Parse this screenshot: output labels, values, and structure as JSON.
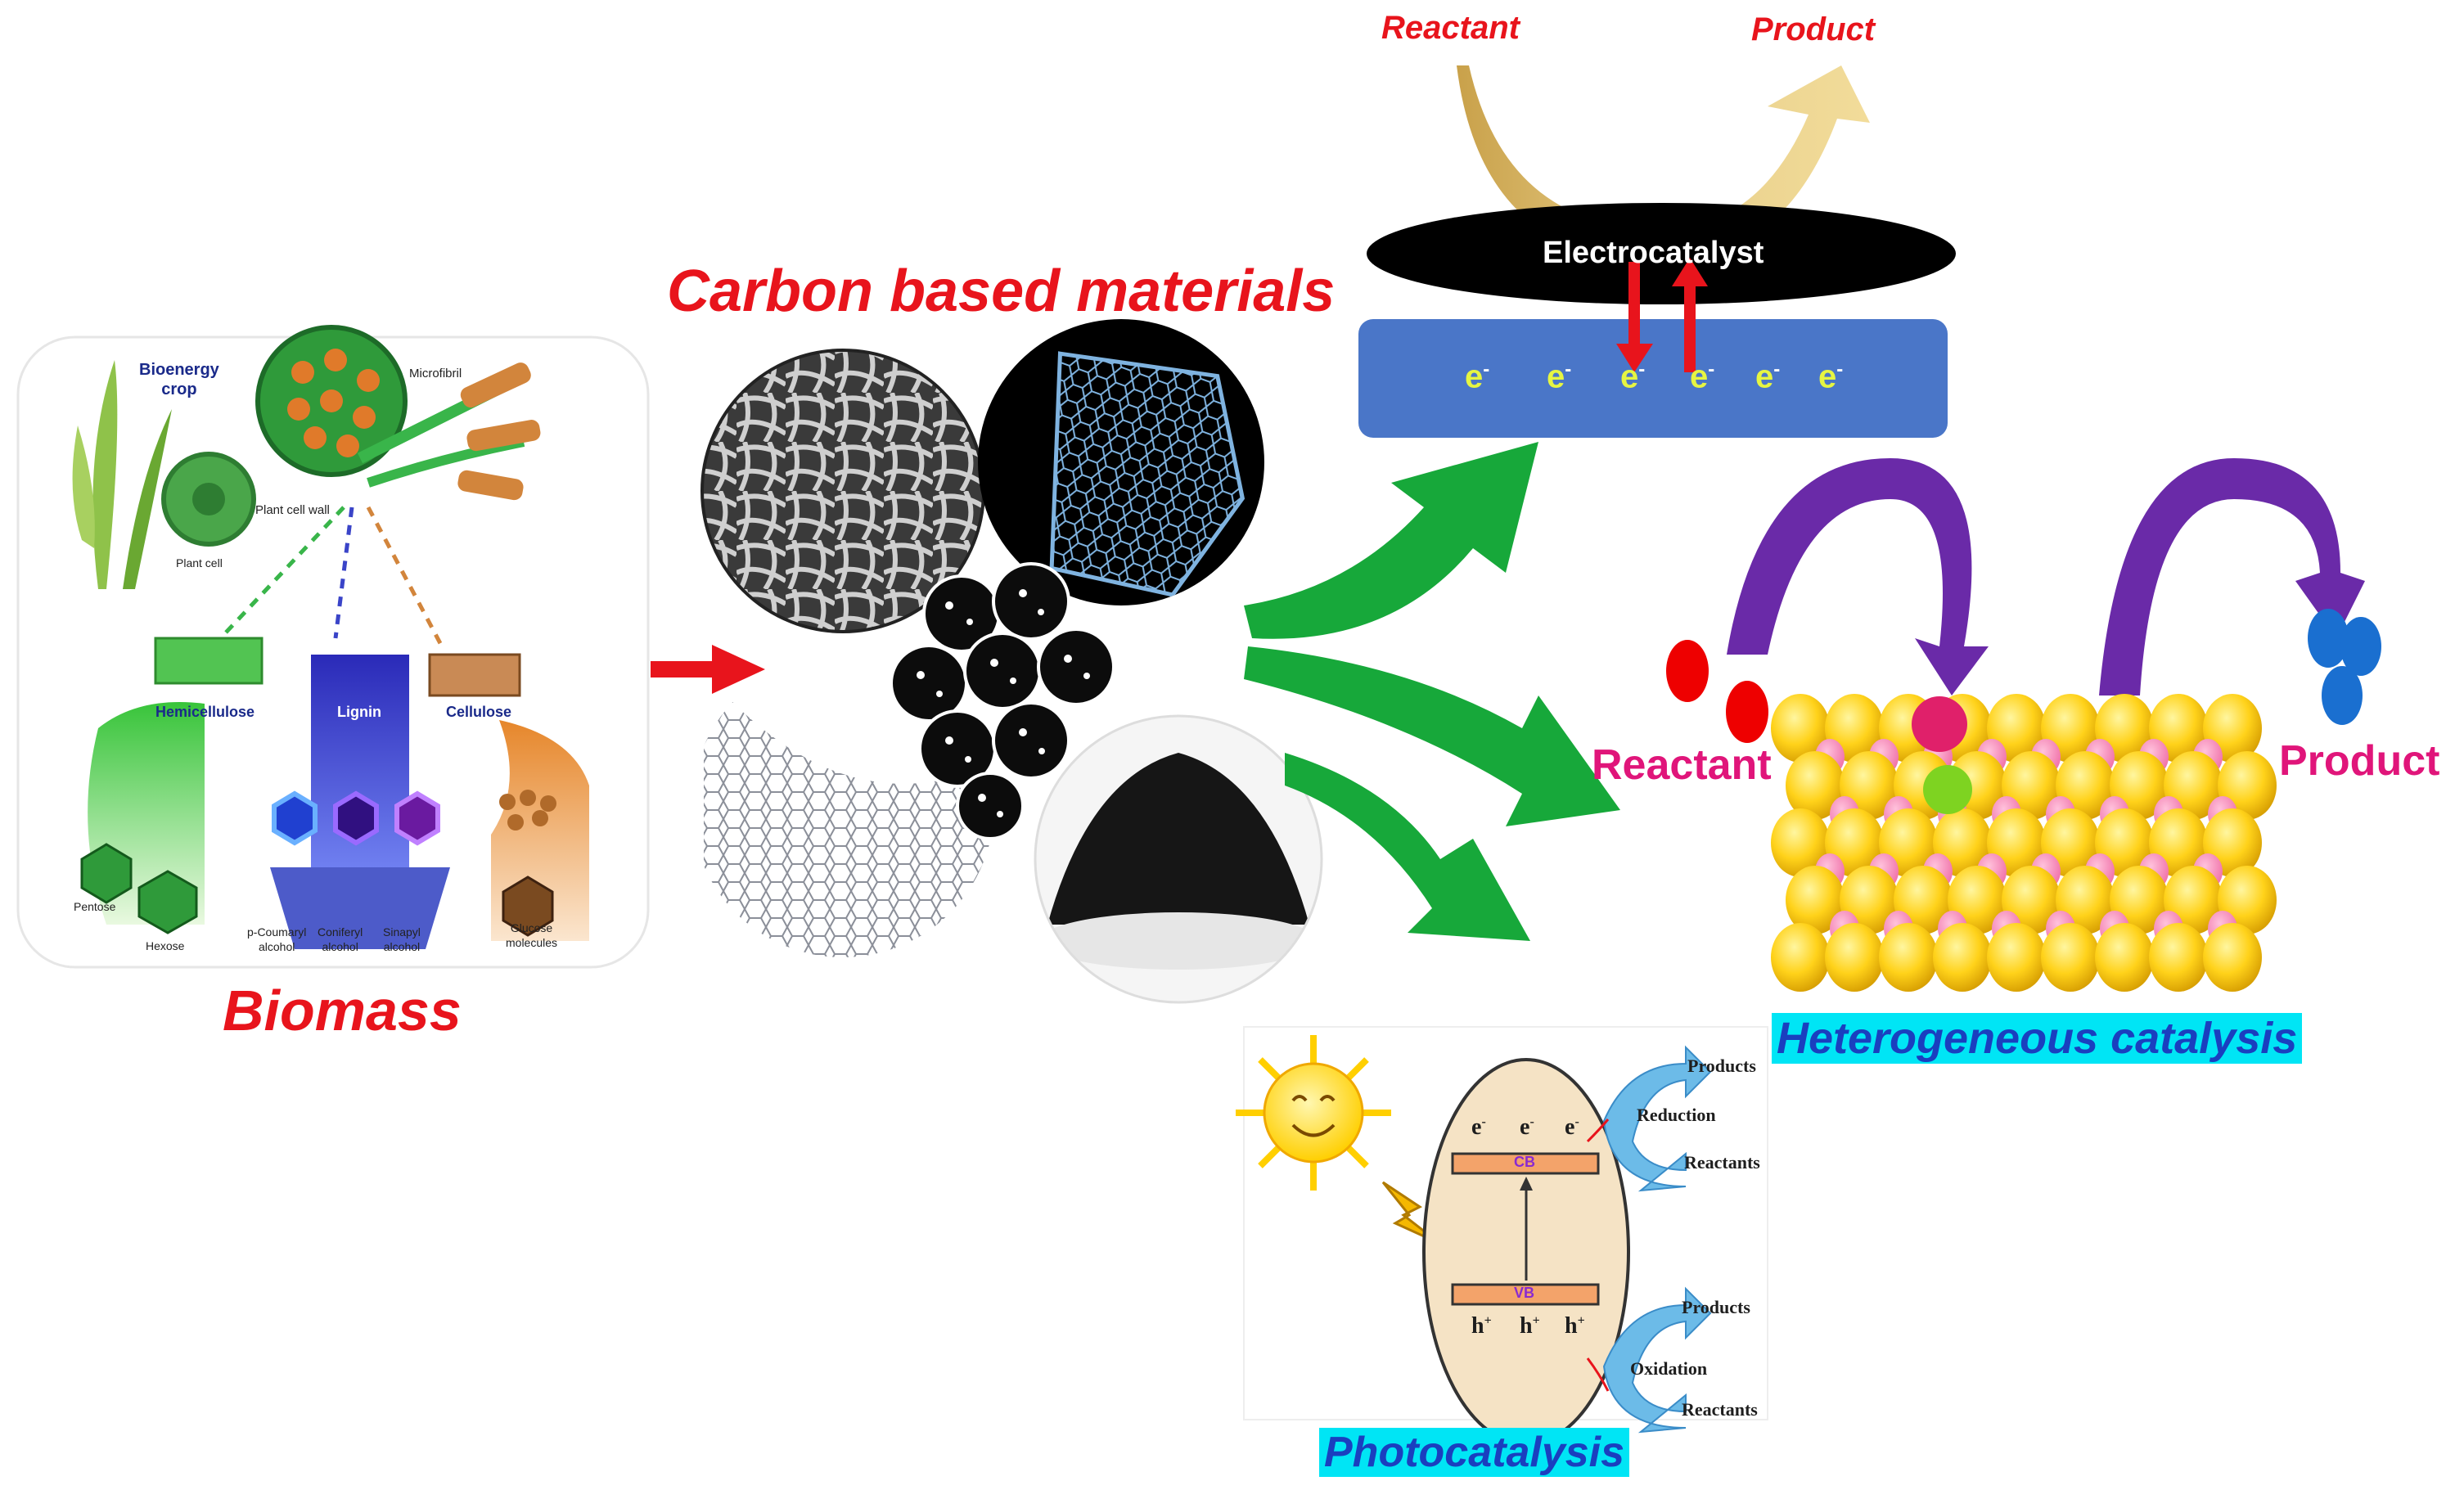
{
  "titles": {
    "biomass": "Biomass",
    "carbon": "Carbon based materials",
    "heterogeneous": "Heterogeneous catalysis",
    "photocatalysis": "Photocatalysis"
  },
  "biomass_panel": {
    "bioenergy_crop": [
      "Bioenergy",
      "crop"
    ],
    "microfibril": "Microfibril",
    "plant_cell_wall": "Plant cell wall",
    "plant_cell": "Plant cell",
    "hemicellulose": "Hemicellulose",
    "lignin": "Lignin",
    "cellulose": "Cellulose",
    "pentose": "Pentose",
    "hexose": "Hexose",
    "p_coumaryl": [
      "p-Coumaryl",
      "alcohol"
    ],
    "coniferyl": [
      "Coniferyl",
      "alcohol"
    ],
    "sinapyl": [
      "Sinapyl",
      "alcohol"
    ],
    "glucose": [
      "Glucose",
      "molecules"
    ]
  },
  "electro": {
    "reactant": "Reactant",
    "product": "Product",
    "catalyst": "Electrocatalyst",
    "electron": "e",
    "electron_sup": "-"
  },
  "hetero": {
    "reactant": "Reactant",
    "product": "Product"
  },
  "photo": {
    "products_top": "Products",
    "reduction": "Reduction",
    "reactants_top": "Reactants",
    "products_bottom": "Products",
    "oxidation": "Oxidation",
    "reactants_bottom": "Reactants",
    "cb": "CB",
    "vb": "VB",
    "electron": "e",
    "electron_sup": "-",
    "hole": "h",
    "hole_sup": "+"
  },
  "colors": {
    "title_red": "#e8141c",
    "pink_label": "#e0157a",
    "green_arrow": "#17a83a",
    "purple_arrow": "#6a2aa8",
    "electrode_blue": "#4a76c8",
    "highlight_cyan": "#00e5f5"
  }
}
